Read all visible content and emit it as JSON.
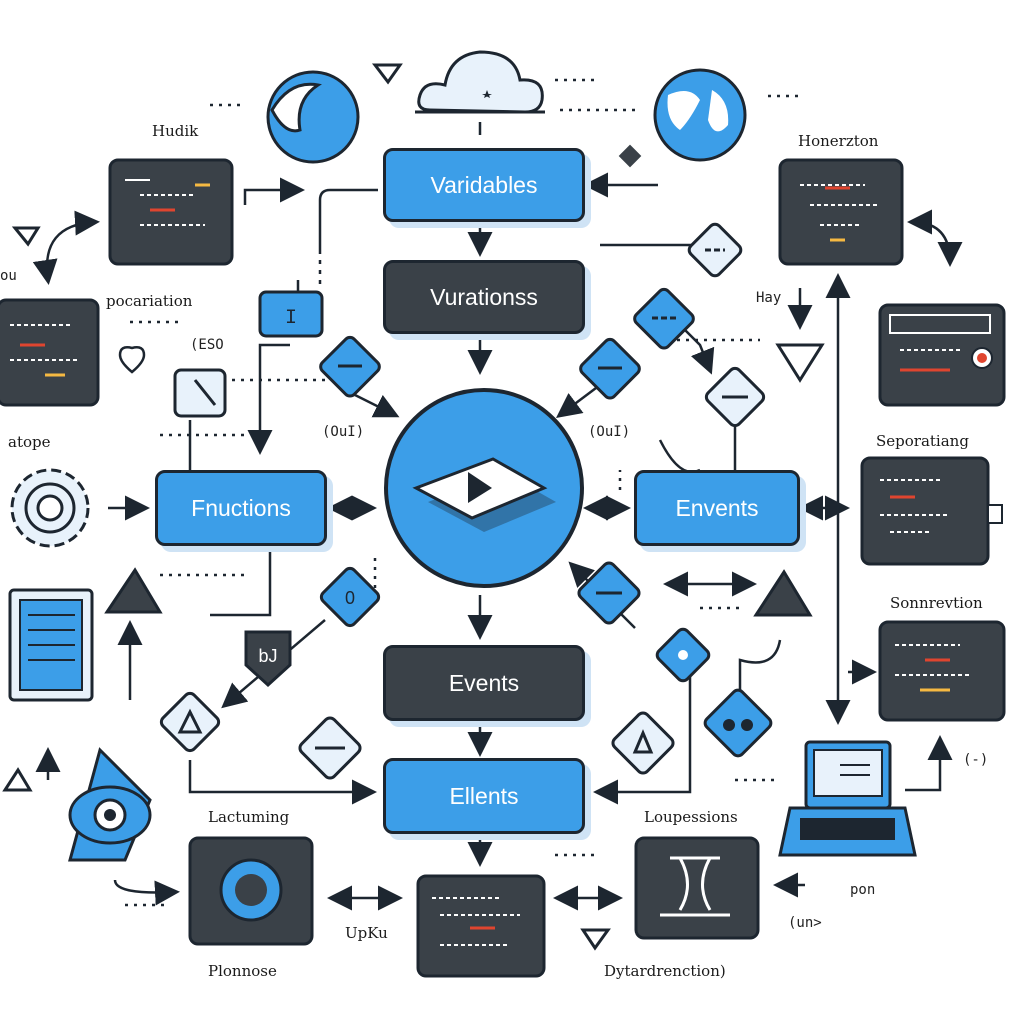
{
  "nodes": {
    "variables": "Varidables",
    "vurations": "Vurationss",
    "functions": "Fnuctions",
    "envents": "Envents",
    "events": "Events",
    "ellents": "Ellents"
  },
  "labels": {
    "hudik": "Hudik",
    "honerzton": "Honerzton",
    "pocariation": "pocariation",
    "atope": "atope",
    "seporating": "Seporatiang",
    "sonnrevtion": "Sonnrevtion",
    "lactuming": "Lactuming",
    "loupessions": "Loupessions",
    "plonnose": "Plonnose",
    "dytardrenction": "Dytardrenction)",
    "upku": "UpKu",
    "oul_left": "(OuI)",
    "oul_right": "(OuI)",
    "eso": "(ESO",
    "hay": "Hay",
    "pon": "pon",
    "und": "(un>",
    "ou_small": "ou",
    "b_glyph": "bJ",
    "i_glyph": "I",
    "dash_paren": "(-)"
  },
  "colors": {
    "accent": "#3c9ee8",
    "dark": "#3a4148",
    "outline": "#1d2630",
    "shadow": "#cfe3f5"
  }
}
